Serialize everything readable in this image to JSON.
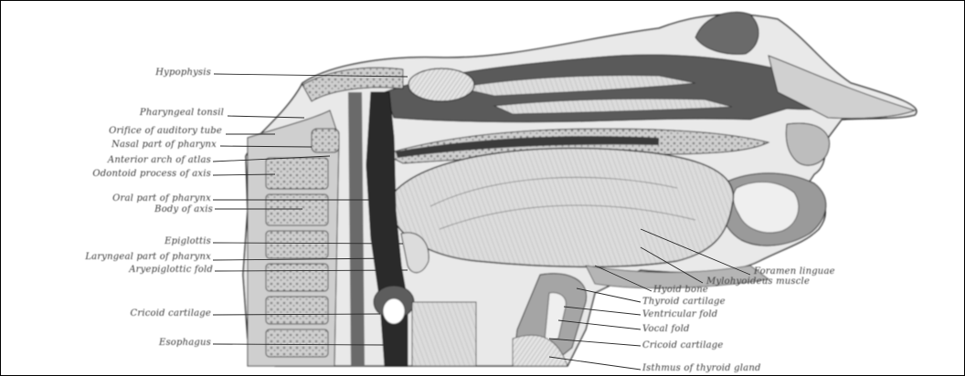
{
  "figure": {
    "colors": {
      "ink": "#2a2a2a",
      "paper": "#ffffff",
      "dark": "#3f3f3f",
      "mid": "#8a8a8a",
      "light": "#d6d6d6"
    },
    "labels_left": [
      "Hypophysis",
      "Pharyngeal tonsil",
      "Orifice of auditory tube",
      "Nasal part of pharynx",
      "Anterior arch of atlas",
      "Odontoid process of axis",
      "Oral part of pharynx",
      "Body of axis",
      "Epiglottis",
      "Laryngeal part of pharynx",
      "Aryepiglottic fold",
      "Cricoid cartilage",
      "Esophagus"
    ],
    "labels_right": [
      "Foramen linguae",
      "Mylohyoideus muscle",
      "Hyoid bone",
      "Thyroid cartilage",
      "Ventricular fold",
      "Vocal fold",
      "Cricoid cartilage",
      "Isthmus of thyroid gland"
    ]
  }
}
